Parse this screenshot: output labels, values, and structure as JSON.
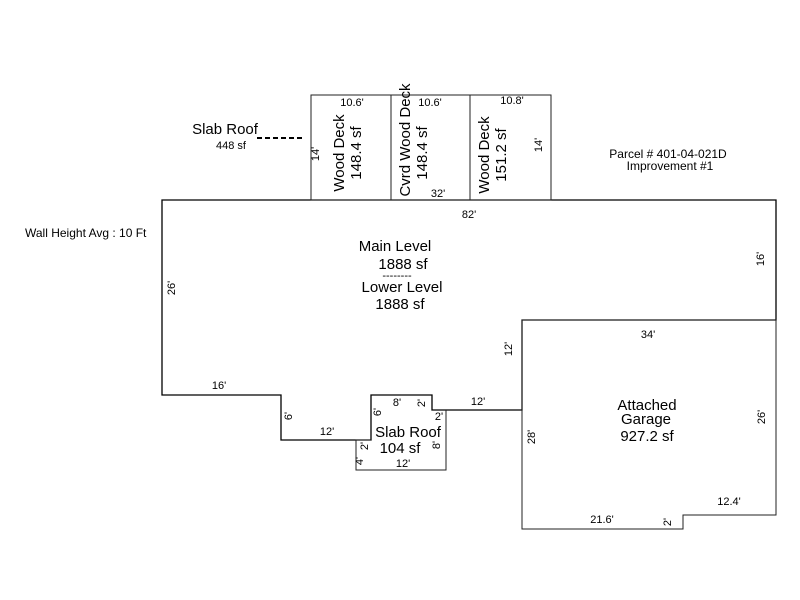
{
  "notes": {
    "wall_height": "Wall Height Avg : 10 Ft",
    "parcel": "Parcel # 401-04-021D",
    "improvement": "Improvement #1"
  },
  "slab_roof_upper": {
    "title": "Slab Roof",
    "area": "448 sf"
  },
  "decks": [
    {
      "name": "Wood Deck",
      "area": "148.4 sf",
      "width": "10.6'"
    },
    {
      "name": "Cvrd Wood Deck",
      "area": "148.4 sf",
      "width": "10.6'"
    },
    {
      "name": "Wood Deck",
      "area": "151.2 sf",
      "width": "10.8'"
    }
  ],
  "deck_dims": {
    "left_depth": "14'",
    "right_depth": "14'",
    "span": "32'"
  },
  "main": {
    "line1": "Main Level",
    "line2": "1888 sf",
    "divider": "--------",
    "line3": "Lower Level",
    "line4": "1888 sf"
  },
  "main_dims": {
    "top": "82'",
    "left": "26'",
    "right": "16'",
    "bottom_left": "16'",
    "step1": "6'",
    "step1_width": "12'",
    "step2": "6'",
    "notch_top": "8'",
    "notch_side": "2'",
    "notch_bottom": "2'",
    "bottom_mid": "12'",
    "garage_offset": "12'"
  },
  "slab_roof_lower": {
    "title": "Slab Roof",
    "area": "104 sf",
    "bottom": "12'",
    "left": "4'",
    "left2": "2'",
    "right": "8'"
  },
  "garage": {
    "line1": "Attached",
    "line2": "Garage",
    "area": "927.2 sf",
    "top": "34'",
    "left": "28'",
    "right": "26'",
    "bottom": "21.6'",
    "jog": "2'",
    "bottom_right": "12.4'"
  }
}
